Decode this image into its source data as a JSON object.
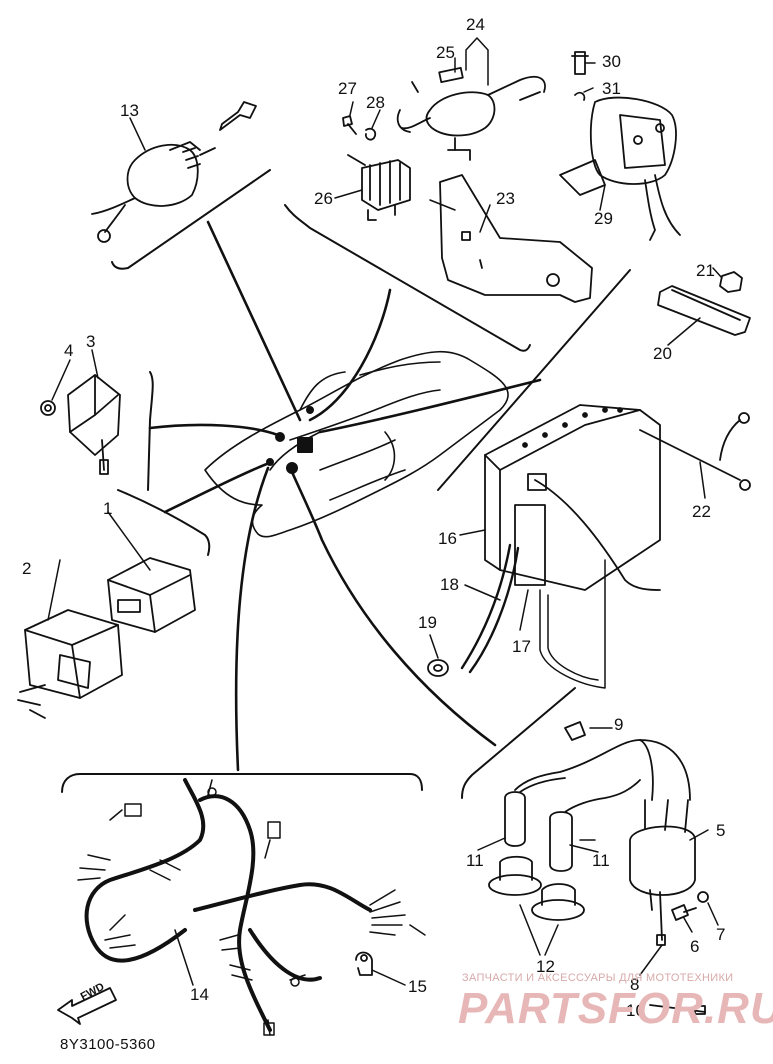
{
  "callouts": {
    "p1": "1",
    "p2": "2",
    "p3": "3",
    "p4": "4",
    "p5": "5",
    "p6": "6",
    "p7": "7",
    "p8": "8",
    "p9": "9",
    "p10": "10",
    "p11a": "11",
    "p11b": "11",
    "p12": "12",
    "p13": "13",
    "p14": "14",
    "p15": "15",
    "p16": "16",
    "p17": "17",
    "p18": "18",
    "p19": "19",
    "p20": "20",
    "p21": "21",
    "p22": "22",
    "p23": "23",
    "p24": "24",
    "p25": "25",
    "p26": "26",
    "p27": "27",
    "p28": "28",
    "p29": "29",
    "p30": "30",
    "p31": "31"
  },
  "diagram_code": "8Y3100-5360",
  "forward_label": "FWD",
  "watermark": {
    "tagline": "ЗАПЧАСТИ И АКСЕССУАРЫ ДЛЯ МОТОТЕХНИКИ",
    "logo": "PARTSFOR.RU",
    "color": "#e7b7b7"
  },
  "line_color": "#111111"
}
